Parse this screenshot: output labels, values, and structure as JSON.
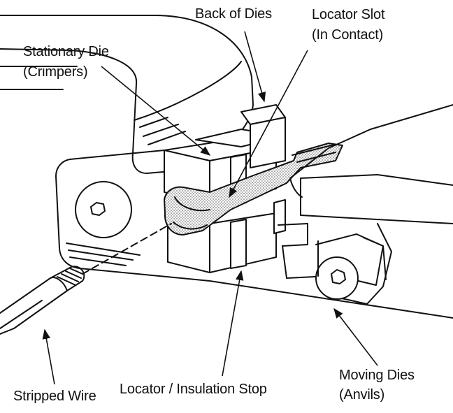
{
  "labels": {
    "back_of_dies": "Back of Dies",
    "locator_slot_line1": "Locator Slot",
    "locator_slot_line2": "(In Contact)",
    "stationary_die_line1": "Stationary Die",
    "stationary_die_line2": "(Crimpers)",
    "locator_insulation_stop": "Locator / Insulation Stop",
    "moving_dies_line1": "Moving Dies",
    "moving_dies_line2": "(Anvils)",
    "stripped_wire": "Stripped Wire"
  },
  "colors": {
    "line": "#111111",
    "background": "#ffffff",
    "terminal_shade": "#c8c8c8"
  }
}
